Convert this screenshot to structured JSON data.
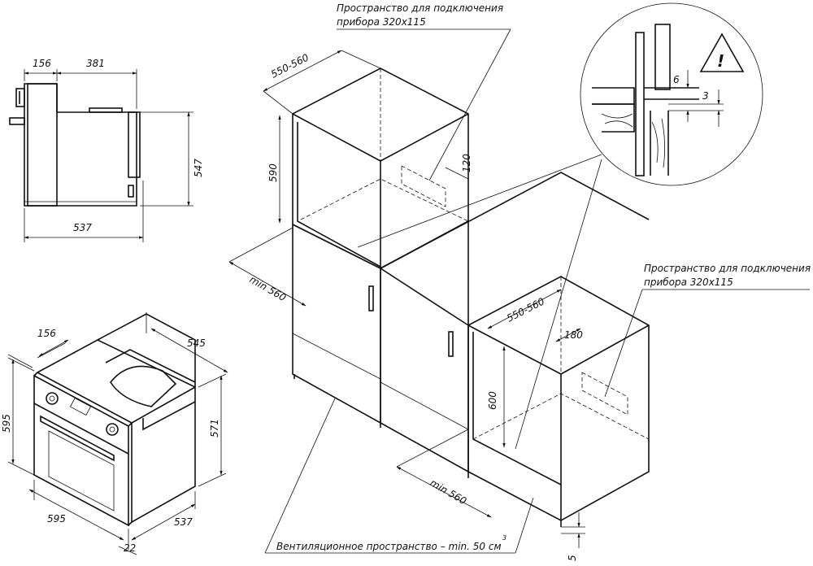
{
  "notes": {
    "connection_space_top": [
      "Пространство для подключения",
      "прибора 320x115"
    ],
    "connection_space_right": [
      "Пространство для подключения",
      "прибора 320x115"
    ],
    "ventilation": "Вентиляционное пространство – min. 50 см",
    "ventilation_sup": "3"
  },
  "side_view": {
    "dim_156": "156",
    "dim_381": "381",
    "dim_547": "547",
    "dim_537": "537"
  },
  "iso_view": {
    "dim_156": "156",
    "dim_545": "545",
    "dim_595_height": "595",
    "dim_571": "571",
    "dim_595_width": "595",
    "dim_537": "537",
    "dim_22": "22"
  },
  "upper_niche": {
    "dim_width": "550-560",
    "dim_height": "590",
    "dim_120": "120",
    "dim_depth": "min 560"
  },
  "lower_niche": {
    "dim_width": "550-560",
    "dim_height": "600",
    "dim_180": "180",
    "dim_depth": "min 560"
  },
  "detail": {
    "dim_6": "6",
    "dim_3": "3",
    "dim_5": "5"
  }
}
